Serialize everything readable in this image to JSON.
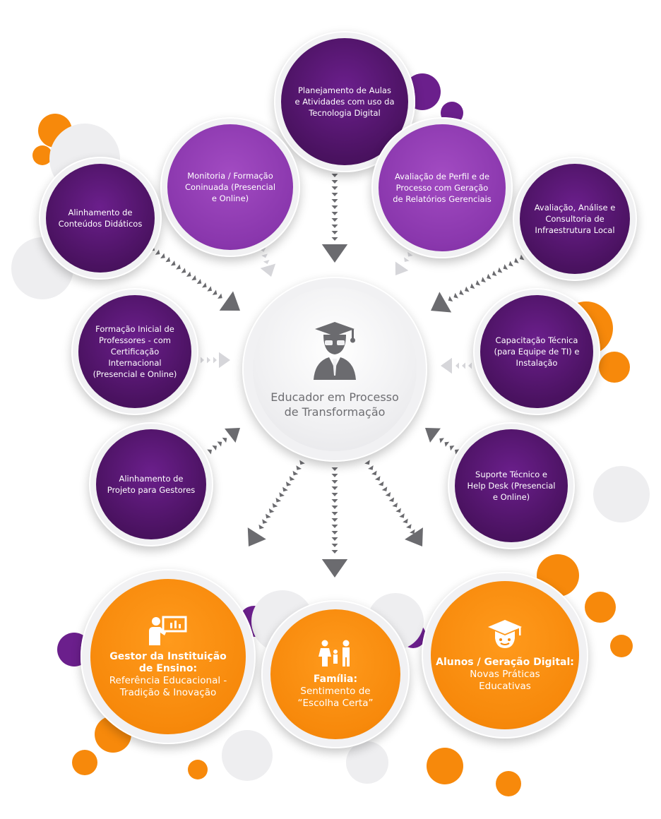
{
  "center": {
    "line1": "Educador em Processo",
    "line2": "de Transformação",
    "icon": "graduate-teacher-icon"
  },
  "services": [
    {
      "id": "planejamento",
      "lines": [
        "Planejamento de Aulas",
        "e Atividades com uso da",
        "Tecnologia Digital"
      ]
    },
    {
      "id": "monitoria",
      "lines": [
        "Monitoria / Formação",
        "Coninuada (Presencial",
        "e Online)"
      ]
    },
    {
      "id": "avaliacao-perfil",
      "lines": [
        "Avaliação de Perfil e de",
        "Processo com Geração",
        "de Relatórios Gerenciais"
      ]
    },
    {
      "id": "alinhamento-conteudos",
      "lines": [
        "Alinhamento de",
        "Conteúdos Didáticos"
      ]
    },
    {
      "id": "avaliacao-infra",
      "lines": [
        "Avaliação, Análise e",
        "Consultoria de",
        "Infraestrutura Local"
      ]
    },
    {
      "id": "formacao-inicial",
      "lines": [
        "Formação Inicial de",
        "Professores - com",
        "Certificação",
        "Internacional",
        "(Presencial e Online)"
      ]
    },
    {
      "id": "capacitacao",
      "lines": [
        "Capacitação Técnica",
        "(para Equipe de TI) e",
        "Instalação"
      ]
    },
    {
      "id": "alinhamento-projeto",
      "lines": [
        "Alinhamento de",
        "Projeto para Gestores"
      ]
    },
    {
      "id": "suporte",
      "lines": [
        "Suporte Técnico e",
        "Help Desk (Presencial",
        "e Online)"
      ]
    }
  ],
  "outcomes": [
    {
      "id": "gestor",
      "icon": "presenter-icon",
      "title_lines": [
        "Gestor da Instituição",
        "de Ensino:"
      ],
      "sub_lines": [
        "Referência Educacional -",
        "Tradição & Inovação"
      ]
    },
    {
      "id": "familia",
      "icon": "family-icon",
      "title_lines": [
        "Família:"
      ],
      "sub_lines": [
        "Sentimento de",
        "“Escolha Certa”"
      ]
    },
    {
      "id": "alunos",
      "icon": "graduation-cap-icon",
      "title_lines": [
        "Alunos / Geração Digital:"
      ],
      "sub_lines": [
        "Novas Práticas",
        "Educativas"
      ]
    }
  ],
  "colors": {
    "purple_dark": "#4a1260",
    "purple_light": "#8a37ad",
    "orange": "#f7890b",
    "arrow": "#6b6b6f",
    "center_text": "#6e6e72"
  }
}
